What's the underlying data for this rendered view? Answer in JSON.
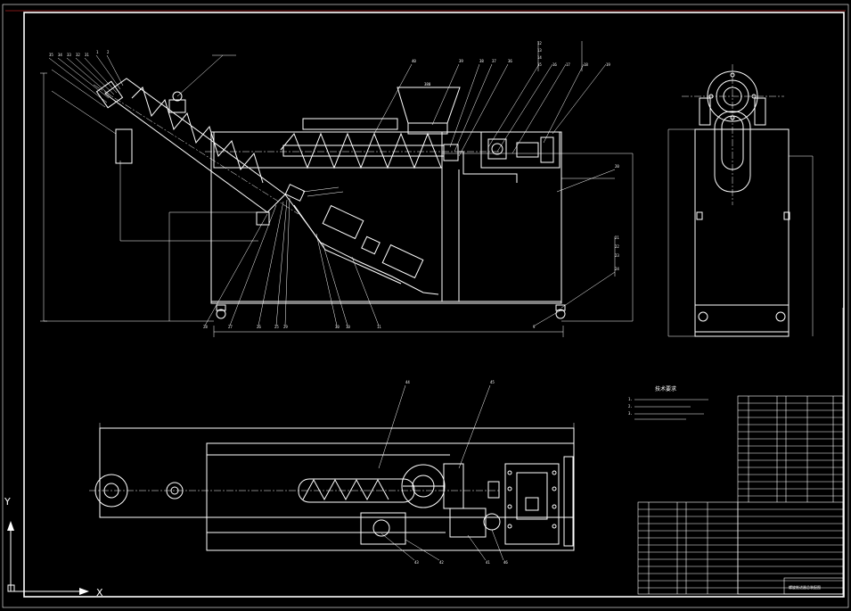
{
  "drawing": {
    "title_block_name": "螺旋推进器总装配图",
    "tech_req_heading": "技术要求",
    "tech_req_lines": [
      "1.",
      "2.",
      "3."
    ],
    "top_feed_label": "380"
  },
  "ucs": {
    "x_label": "X",
    "y_label": "Y"
  },
  "balloons": {
    "top_left": [
      "35",
      "34",
      "33",
      "32",
      "31",
      "1",
      "2"
    ],
    "top_mid": [
      "40",
      "39",
      "38",
      "37",
      "36",
      "12",
      "13",
      "14",
      "15",
      "16",
      "17",
      "18",
      "19"
    ],
    "right": [
      "20",
      "21",
      "22",
      "23",
      "24"
    ],
    "bottom_main": [
      "28",
      "27",
      "26",
      "25",
      "29",
      "30",
      "10",
      "11",
      "9"
    ],
    "plan": [
      "44",
      "45",
      "43",
      "42",
      "41",
      "46"
    ]
  },
  "colors": {
    "line": "#ffffff",
    "background": "#000000",
    "accent": "#ff3030"
  }
}
